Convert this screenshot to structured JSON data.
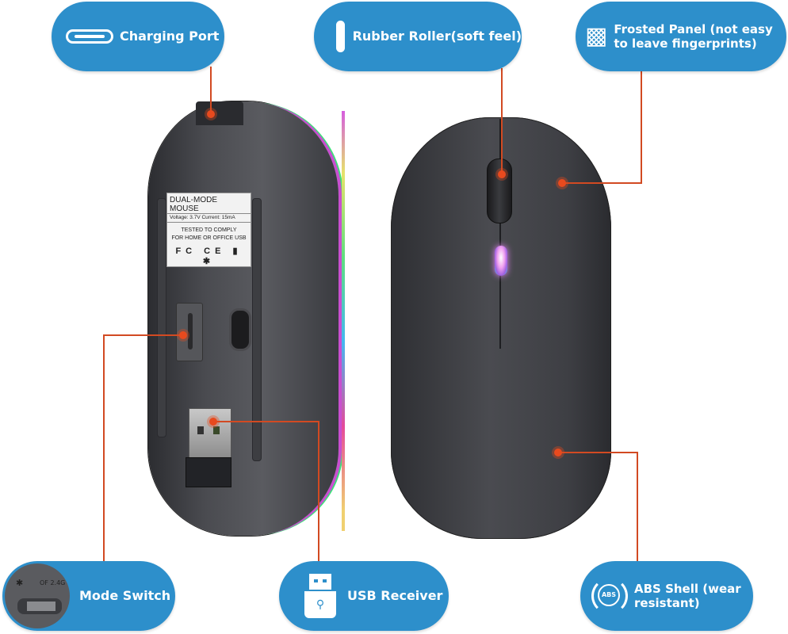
{
  "callouts": {
    "charging_port": {
      "label": "Charging Port",
      "icon": "usb-c-port-icon"
    },
    "rubber_roller": {
      "label": "Rubber Roller(soft feel)",
      "icon": "mouse-icon"
    },
    "frosted_panel": {
      "label_line1": "Frosted Panel (not easy",
      "label_line2": "to leave fingerprints)",
      "icon": "woven-texture-icon"
    },
    "mode_switch": {
      "label": "Mode Switch",
      "icon": "mode-switch-photo",
      "switch_text": "OF  2.4G"
    },
    "usb_receiver": {
      "label": "USB Receiver",
      "icon": "usb-dongle-icon"
    },
    "abs_shell": {
      "label_line1": "ABS Shell (wear",
      "label_line2": "resistant)",
      "icon": "abs-badge-icon",
      "badge_text": "ABS"
    }
  },
  "product_label": {
    "title": "DUAL-MODE MOUSE",
    "specs": "Voltage: 3.7V   Current: 15mA",
    "compliance_line1": "TESTED TO COMPLY",
    "compliance_line2": "FOR HOME OR OFFICE USB",
    "marks": "FC CE ▮ ✱"
  },
  "colors": {
    "pill_blue": "#2d8fcb",
    "leader_line": "#d24a22",
    "dot": "#e84a1e"
  }
}
